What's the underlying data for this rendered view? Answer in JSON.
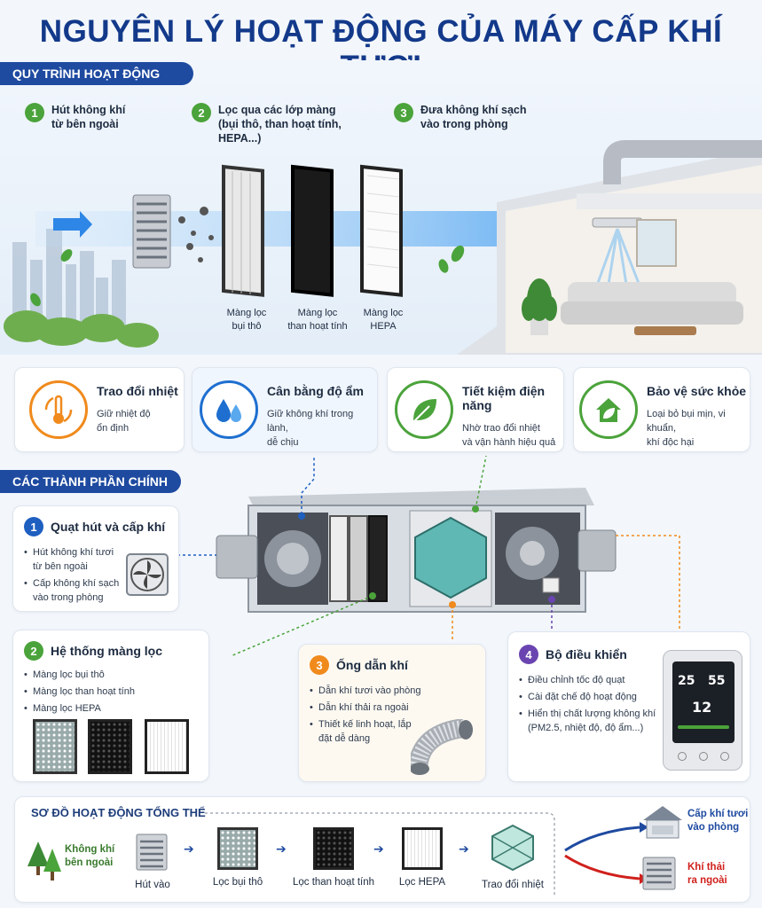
{
  "title": "NGUYÊN LÝ HOẠT ĐỘNG CỦA MÁY CẤP KHÍ TƯƠI",
  "process": {
    "section_label": "QUY TRÌNH HOẠT ĐỘNG",
    "steps": [
      {
        "num": "1",
        "text": "Hút không khí\ntừ bên ngoài"
      },
      {
        "num": "2",
        "text": "Lọc qua các lớp màng\n(bụi thô, than hoạt tính,\nHEPA...)"
      },
      {
        "num": "3",
        "text": "Đưa không khí sạch\nvào trong phòng"
      }
    ],
    "filters": [
      {
        "label": "Màng lọc\nbụi thô"
      },
      {
        "label": "Màng lọc\nthan hoạt tính"
      },
      {
        "label": "Màng lọc\nHEPA"
      }
    ]
  },
  "benefits": [
    {
      "title": "Trao đổi nhiệt",
      "desc": "Giữ nhiệt độ\nổn định",
      "color": "#f08a1c",
      "icon": "thermometer-icon"
    },
    {
      "title": "Cân bằng độ ẩm",
      "desc": "Giữ không khí trong lành,\ndễ chịu",
      "color": "#1e6fd0",
      "icon": "water-drops-icon"
    },
    {
      "title": "Tiết kiệm điện năng",
      "desc": "Nhờ trao đổi nhiệt\nvà vận hành hiệu quả",
      "color": "#4ba33b",
      "icon": "leaf-icon"
    },
    {
      "title": "Bảo vệ sức khỏe",
      "desc": "Loại bỏ bụi mịn, vi khuẩn,\nkhí độc hại",
      "color": "#4ba33b",
      "icon": "house-leaf-icon"
    }
  ],
  "components": {
    "section_label": "CÁC THÀNH PHẦN CHÍNH",
    "fan": {
      "num": "1",
      "title": "Quạt hút và cấp khí",
      "items": [
        "Hút không khí tươi từ bên ngoài",
        "Cấp không khí sạch vào trong phòng"
      ]
    },
    "filters": {
      "num": "2",
      "title": "Hệ thống màng lọc",
      "items": [
        "Màng lọc bụi thô",
        "Màng lọc than hoạt tính",
        "Màng lọc HEPA"
      ]
    },
    "duct": {
      "num": "3",
      "title": "Ống dẫn khí",
      "items": [
        "Dẫn khí tươi vào phòng",
        "Dẫn khí thải ra ngoài",
        "Thiết kế linh hoạt, lắp đặt dễ dàng"
      ]
    },
    "controller": {
      "num": "4",
      "title": "Bộ điều khiển",
      "items": [
        "Điều chỉnh tốc độ quạt",
        "Cài đặt chế độ hoạt động",
        "Hiển thị chất lượng không khí (PM2.5, nhiệt độ, độ ẩm...)"
      ]
    },
    "display": {
      "temp": "25",
      "humidity": "55",
      "pm": "12"
    }
  },
  "flow": {
    "section_label": "SƠ ĐỒ HOẠT ĐỘNG TỔNG THỂ",
    "source": "Không khí\nbên ngoài",
    "stages": [
      "Hút vào",
      "Lọc bụi thô",
      "Lọc than hoạt tính",
      "Lọc HEPA",
      "Trao đổi nhiệt"
    ],
    "out_supply": "Cấp khí tươi\nvào phòng",
    "out_exhaust": "Khí thải\nra ngoài",
    "supply_color": "#1e4aa0",
    "exhaust_color": "#d0201c"
  }
}
